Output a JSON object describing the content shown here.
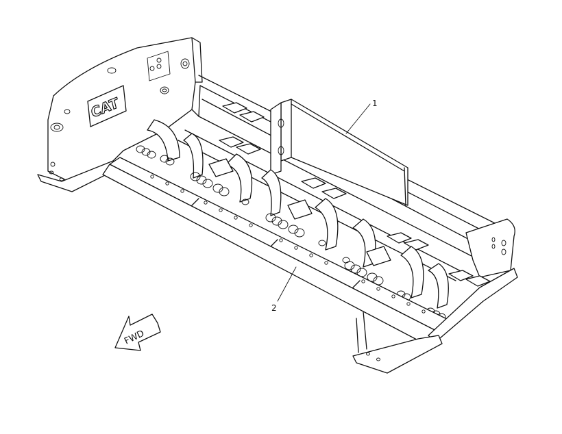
{
  "callouts": [
    {
      "label": "1"
    },
    {
      "label": "2"
    }
  ],
  "logo": {
    "text": "CAT"
  },
  "direction_arrow": {
    "label": "FWD"
  },
  "colors": {
    "line": "#111111",
    "background": "#ffffff"
  }
}
